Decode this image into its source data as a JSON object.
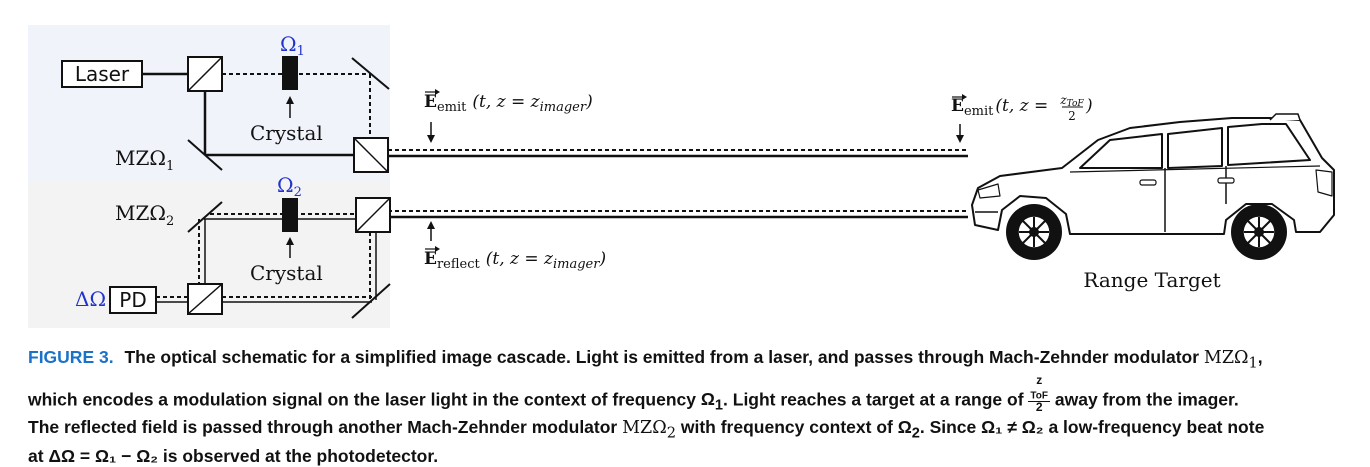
{
  "diagram": {
    "laser_label": "Laser",
    "pd_label": "PD",
    "delta_omega": "ΔΩ",
    "omega1": "Ω",
    "omega1_sub": "1",
    "omega2": "Ω",
    "omega2_sub": "2",
    "crystal1_label": "Crystal",
    "crystal2_label": "Crystal",
    "mz1_label": "MZΩ",
    "mz1_sub": "1",
    "mz2_label": "MZΩ",
    "mz2_sub": "2",
    "e_emit_imager_E": "E",
    "e_emit_imager_sub": "emit",
    "e_emit_imager_args": "(t, z = z",
    "e_emit_imager_argsub": "imager",
    "e_emit_target_E": "E",
    "e_emit_target_sub": "emit",
    "e_emit_target_args": "(t, z =",
    "e_emit_target_num": "z",
    "e_emit_target_numsub": "ToF",
    "e_emit_target_den": "2",
    "e_reflect_E": "E",
    "e_reflect_sub": "reflect",
    "e_reflect_args": "(t, z = z",
    "e_reflect_argsub": "imager",
    "range_target_label": "Range Target"
  },
  "caption": {
    "figure_label": "FIGURE 3.",
    "t1": "The optical schematic for a simplified image cascade. Light is emitted from a laser, and passes through Mach-Zehnder modulator",
    "mz1": "MZΩ",
    "mz1_sub": "1",
    "t2": ",",
    "t3": "which encodes a modulation signal on the laser light in the context of frequency",
    "om1": "Ω",
    "om1_sub": "1",
    "t4": ". Light reaches a target at a range of",
    "frac_num": "z",
    "frac_num_sub": "ToF",
    "frac_den": "2",
    "t5": "away from the imager.",
    "t6": "The reflected field is passed through another Mach-Zehnder modulator",
    "mz2": "MZΩ",
    "mz2_sub": "2",
    "t7": "with frequency context of",
    "om2": "Ω",
    "om2_sub": "2",
    "t8": ". Since",
    "ineq": "Ω₁ ≠ Ω₂",
    "t9": "a low-frequency beat note",
    "t10": "at",
    "eq": "ΔΩ = Ω₁ − Ω₂",
    "t11": "is observed at the photodetector."
  },
  "colors": {
    "blue_label": "#2233cc",
    "figure_label": "#1a73c9",
    "panel_top": "#f1f3fb",
    "panel_bottom": "#f3f3f3"
  }
}
